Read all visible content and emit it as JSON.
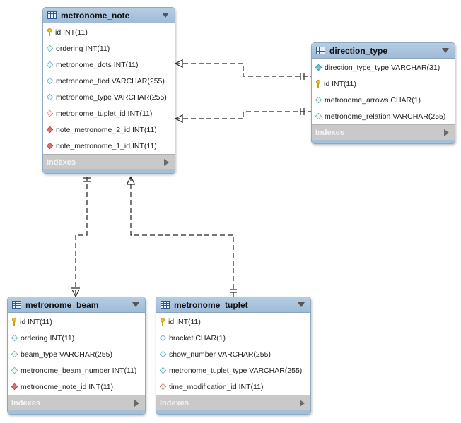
{
  "tables": {
    "metronome_note": {
      "title": "metronome_note",
      "columns": [
        {
          "icon": "primary-key-icon",
          "text": "id INT(11)"
        },
        {
          "icon": "column-icon",
          "text": "ordering INT(11)"
        },
        {
          "icon": "column-icon",
          "text": "metronome_dots INT(11)"
        },
        {
          "icon": "column-icon",
          "text": "metronome_tied VARCHAR(255)"
        },
        {
          "icon": "column-icon",
          "text": "metronome_type VARCHAR(255)"
        },
        {
          "icon": "foreign-key-icon",
          "text": "metronome_tuplet_id INT(11)"
        },
        {
          "icon": "foreign-key-not-null-icon",
          "text": "note_metronome_2_id INT(11)"
        },
        {
          "icon": "foreign-key-not-null-icon",
          "text": "note_metronome_1_id INT(11)"
        }
      ],
      "indexes_label": "Indexes"
    },
    "direction_type": {
      "title": "direction_type",
      "columns": [
        {
          "icon": "not-null-column-icon",
          "text": "direction_type_type VARCHAR(31)"
        },
        {
          "icon": "primary-key-icon",
          "text": "id INT(11)"
        },
        {
          "icon": "column-icon",
          "text": "metronome_arrows CHAR(1)"
        },
        {
          "icon": "column-icon",
          "text": "metronome_relation VARCHAR(255)"
        }
      ],
      "indexes_label": "Indexes"
    },
    "metronome_beam": {
      "title": "metronome_beam",
      "columns": [
        {
          "icon": "primary-key-icon",
          "text": "id INT(11)"
        },
        {
          "icon": "column-icon",
          "text": "ordering INT(11)"
        },
        {
          "icon": "column-icon",
          "text": "beam_type VARCHAR(255)"
        },
        {
          "icon": "column-icon",
          "text": "metronome_beam_number INT(11)"
        },
        {
          "icon": "foreign-key-not-null-icon",
          "text": "metronome_note_id INT(11)"
        }
      ],
      "indexes_label": "Indexes"
    },
    "metronome_tuplet": {
      "title": "metronome_tuplet",
      "columns": [
        {
          "icon": "primary-key-icon",
          "text": "id INT(11)"
        },
        {
          "icon": "column-icon",
          "text": "bracket CHAR(1)"
        },
        {
          "icon": "column-icon",
          "text": "show_number VARCHAR(255)"
        },
        {
          "icon": "column-icon",
          "text": "metronome_tuplet_type VARCHAR(255)"
        },
        {
          "icon": "foreign-key-icon",
          "text": "time_modification_id INT(11)"
        }
      ],
      "indexes_label": "Indexes"
    }
  },
  "colors": {
    "header": "#a7c1da",
    "footer": "#c9c9c9",
    "connector": "#222222"
  }
}
